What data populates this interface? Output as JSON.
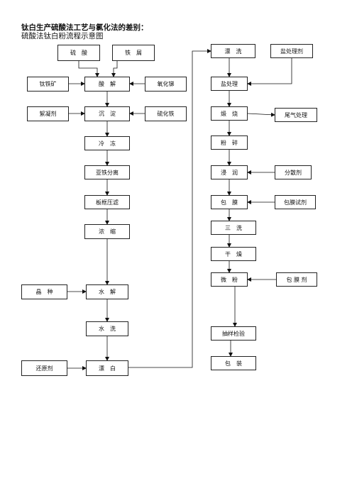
{
  "header": {
    "title": "钛白生产硫酸法工艺与氯化法的差别：",
    "subtitle": "硫酸法钛白粉流程示意图"
  },
  "nodes": {
    "liusuan": "硫　酸",
    "tiexie": "铁　屑",
    "taitiekuang": "钛铁矿",
    "suanjie": "酸　解",
    "yanghuati": "氧化锑",
    "xuningji": "絮凝剂",
    "chendian": "沉　淀",
    "liuhuatie": "硫化铁",
    "lengdong": "冷　冻",
    "yatiefenli": "亚铁分离",
    "bankuangyalv": "板框压滤",
    "nongsuo": "浓　缩",
    "jingzhong": "晶　种",
    "shuijie": "水　解",
    "shuixi": "水　洗",
    "huanyuanji": "还原剂",
    "piaobai": "漂　白",
    "piaoxi": "漂　洗",
    "yanchuliji": "盐处理剂",
    "yanchuli": "盐处理",
    "duanshao": "煅　烧",
    "weiqichuli": "尾气处理",
    "fensui": "粉　碎",
    "jinrun": "浸　润",
    "fensanji": "分散剂",
    "baomo": "包　膜",
    "baomoshiji": "包膜试剂",
    "sanxi": "三　洗",
    "ganzao": "干　燥",
    "weifen": "微　粉",
    "baomoji": "包 膜 剂",
    "choujianyan": "抽样检验",
    "baozhuang": "包　装"
  }
}
